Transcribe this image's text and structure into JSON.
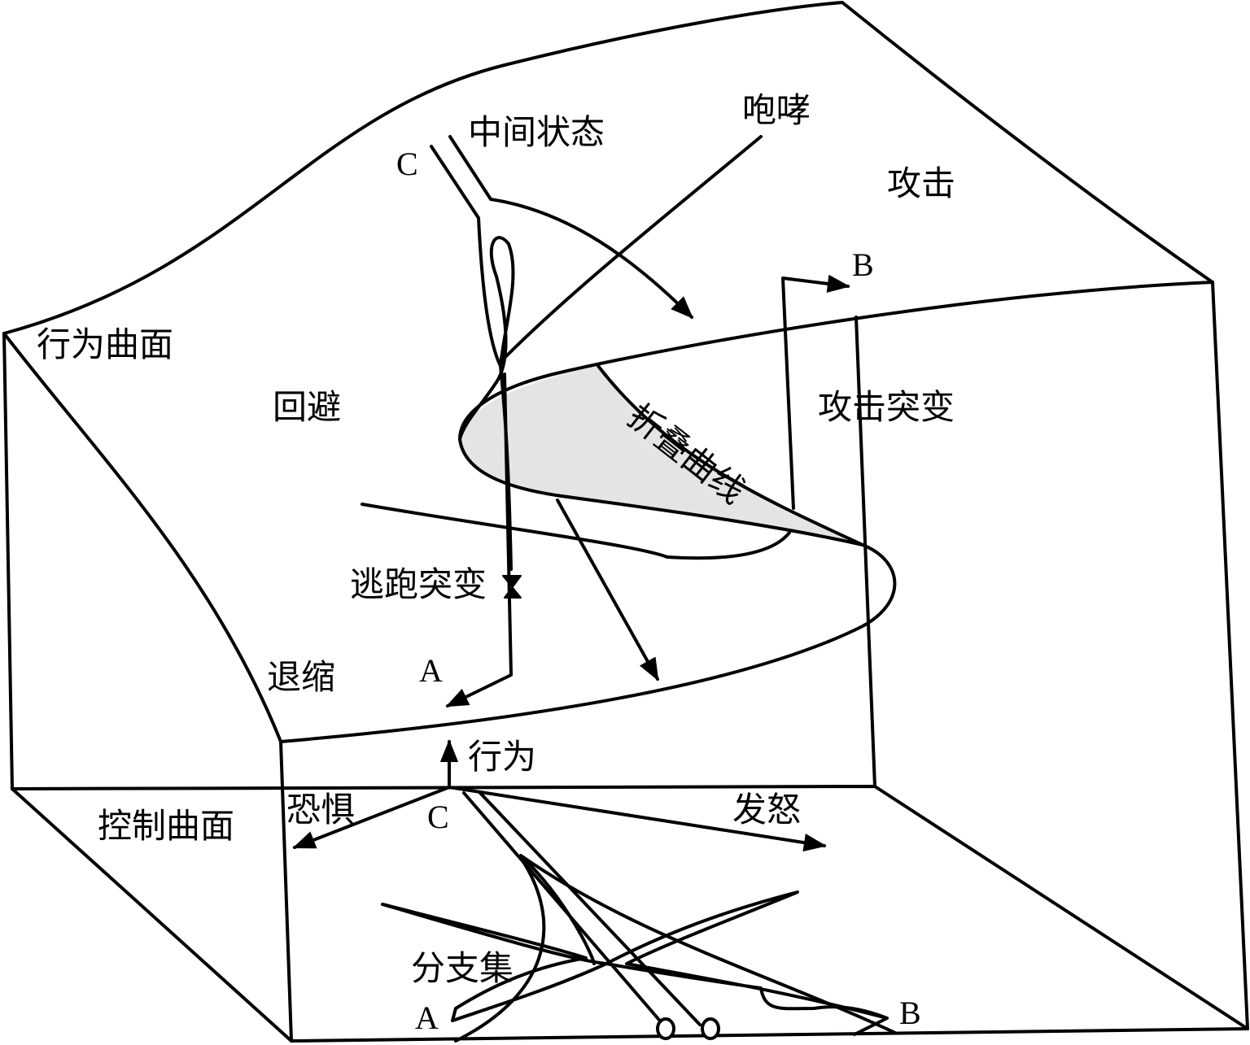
{
  "labels": {
    "intermediate": "中间状态",
    "roar": "咆哮",
    "attack": "攻击",
    "behavior_surface": "行为曲面",
    "avoid": "回避",
    "fold_curve": "折叠曲线",
    "attack_catastrophe": "攻击突变",
    "flee_catastrophe": "逃跑突变",
    "retreat": "退缩",
    "behavior_axis": "行为",
    "fear": "恐惧",
    "control_surface": "控制曲面",
    "anger": "发怒",
    "bifurcation_set": "分支集"
  },
  "points": {
    "c_top": "C",
    "b_top": "B",
    "a_top": "A",
    "c_origin": "C",
    "a_bottom": "A",
    "b_bottom": "B"
  },
  "colors": {
    "line": "#000000",
    "shade": "#e4e4e4"
  }
}
